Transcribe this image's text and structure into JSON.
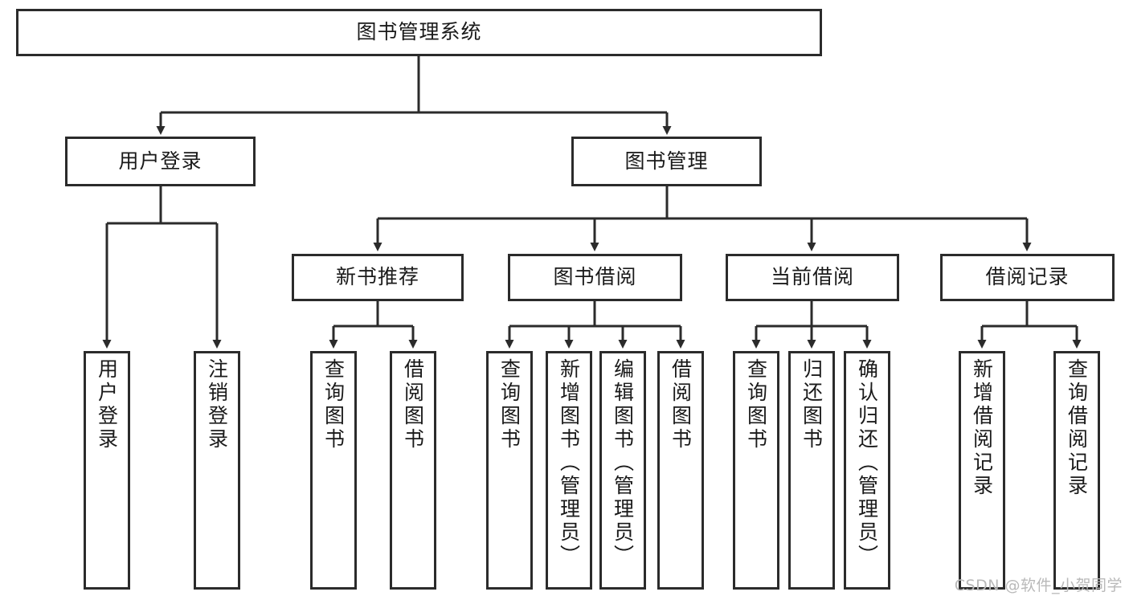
{
  "diagram": {
    "title": "图书管理系统",
    "type": "tree",
    "watermark": "CSDN @软件_小贺同学",
    "colors": {
      "stroke": "#2b2b2b",
      "fill": "#ffffff",
      "text": "#1a1a1a",
      "watermark": "#b9b9b9"
    },
    "root": {
      "id": "root",
      "label": "图书管理系统"
    },
    "level2": [
      {
        "id": "user-login",
        "label": "用户登录"
      },
      {
        "id": "book-manage",
        "label": "图书管理"
      }
    ],
    "level3": [
      {
        "id": "new-book-rec",
        "label": "新书推荐",
        "parent": "book-manage"
      },
      {
        "id": "book-borrow",
        "label": "图书借阅",
        "parent": "book-manage"
      },
      {
        "id": "current-borrow",
        "label": "当前借阅",
        "parent": "book-manage"
      },
      {
        "id": "borrow-record",
        "label": "借阅记录",
        "parent": "book-manage"
      }
    ],
    "leaves": [
      {
        "id": "leaf-user-login",
        "label": "用户登录",
        "parent": "user-login"
      },
      {
        "id": "leaf-user-logout",
        "label": "注销登录",
        "parent": "user-login"
      },
      {
        "id": "leaf-query-book-1",
        "label": "查询图书",
        "parent": "new-book-rec"
      },
      {
        "id": "leaf-borrow-book-1",
        "label": "借阅图书",
        "parent": "new-book-rec"
      },
      {
        "id": "leaf-query-book-2",
        "label": "查询图书",
        "parent": "book-borrow"
      },
      {
        "id": "leaf-add-book",
        "label": "新增图书（管理员）",
        "parent": "book-borrow"
      },
      {
        "id": "leaf-edit-book",
        "label": "编辑图书（管理员）",
        "parent": "book-borrow"
      },
      {
        "id": "leaf-borrow-book-2",
        "label": "借阅图书",
        "parent": "book-borrow"
      },
      {
        "id": "leaf-query-book-3",
        "label": "查询图书",
        "parent": "current-borrow"
      },
      {
        "id": "leaf-return-book",
        "label": "归还图书",
        "parent": "current-borrow"
      },
      {
        "id": "leaf-confirm-return",
        "label": "确认归还（管理员）",
        "parent": "current-borrow"
      },
      {
        "id": "leaf-add-record",
        "label": "新增借阅记录",
        "parent": "borrow-record"
      },
      {
        "id": "leaf-query-record",
        "label": "查询借阅记录",
        "parent": "borrow-record"
      }
    ]
  }
}
